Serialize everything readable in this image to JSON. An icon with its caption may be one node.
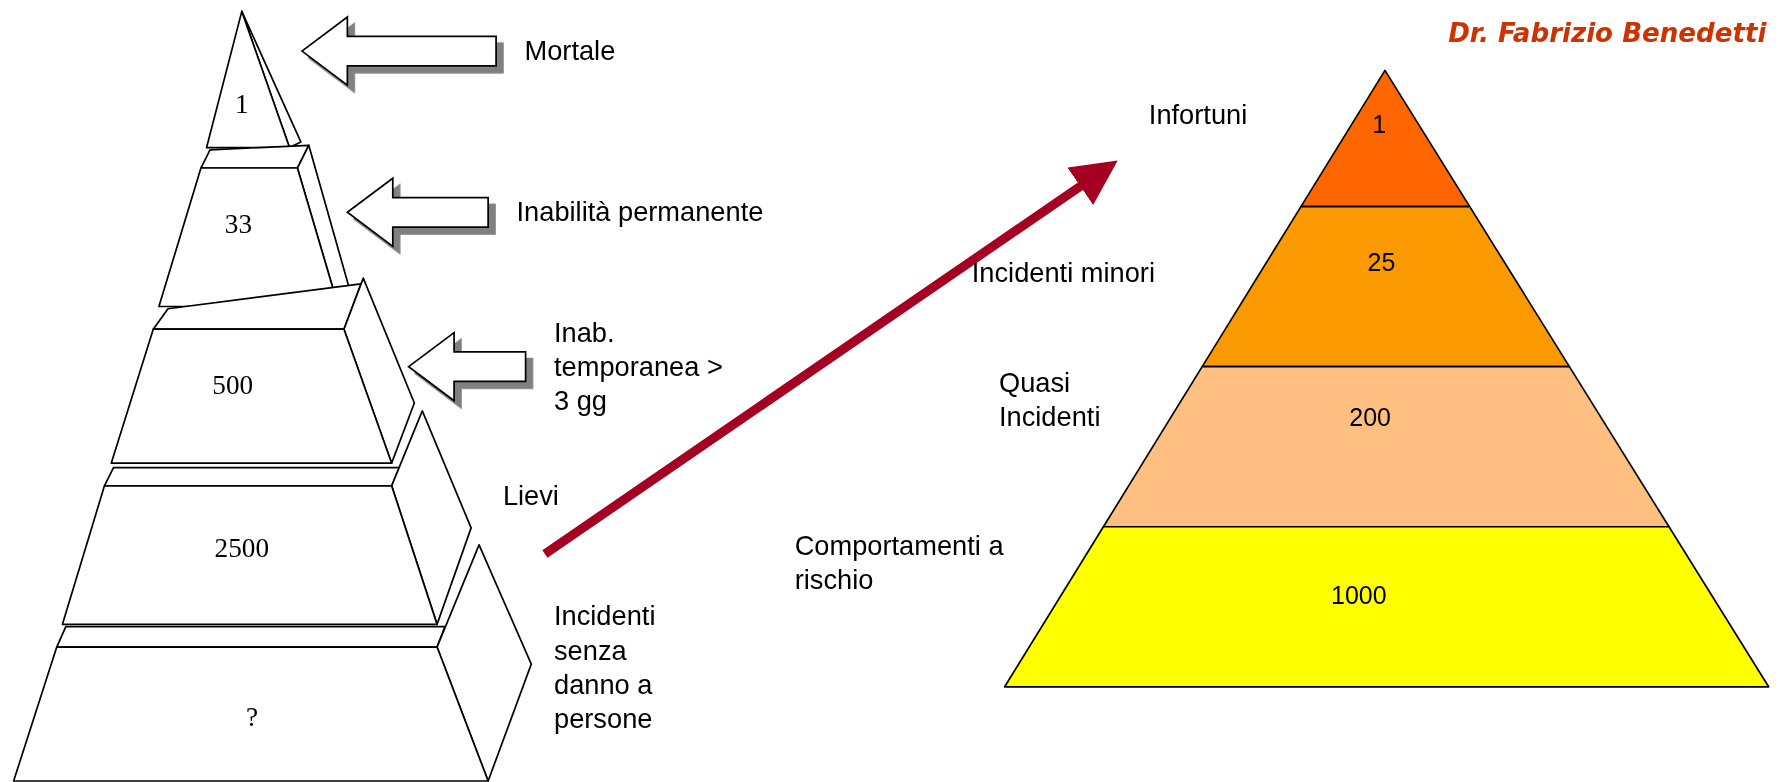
{
  "diagram": {
    "nodes": [
      {
        "text": [
          "1"
        ]
      },
      {
        "text": [
          "Mortale"
        ]
      },
      {
        "text": [
          "33"
        ]
      },
      {
        "text": [
          "Inabilità permanente"
        ]
      },
      {
        "text": [
          "500"
        ]
      },
      {
        "text": [
          "Inab. temporanea > 3 gg"
        ]
      },
      {
        "text": [
          "2500"
        ],
        "beside": [
          "Lievi"
        ]
      },
      {
        "text": [
          "?"
        ],
        "beside": [
          "Incidenti senza danno a persone"
        ]
      },
      {
        "text": [
          "1"
        ],
        "beside": [
          "Infortuni"
        ]
      },
      {
        "text": [
          "25"
        ],
        "beside": [
          "Incidenti minori"
        ]
      },
      {
        "text": [
          "200"
        ],
        "beside": [
          "Quasi Incidenti"
        ]
      },
      {
        "text": [
          "1000"
        ],
        "beside": [
          "Comportamenti a rischio"
        ]
      }
    ],
    "edges": [
      {
        "from": 1,
        "to": 0,
        "arrow": "to"
      },
      {
        "from": 3,
        "to": 2,
        "arrow": "to"
      },
      {
        "from": 5,
        "to": 4,
        "arrow": "to"
      }
    ],
    "labels": [
      "Dr. Fabrizio Benedetti"
    ]
  }
}
